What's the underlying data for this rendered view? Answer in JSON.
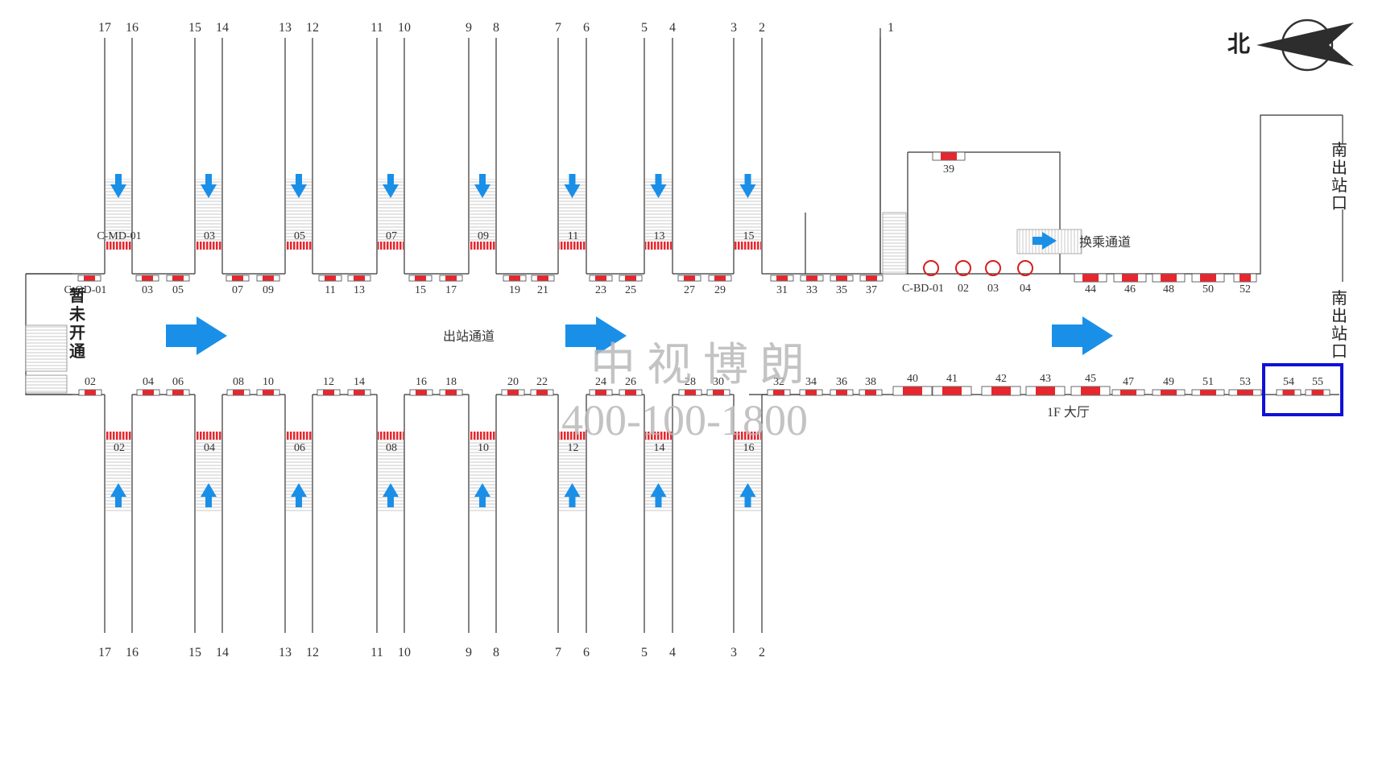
{
  "map_title": "",
  "platforms_top": [
    "17",
    "16",
    "15",
    "14",
    "13",
    "12",
    "11",
    "10",
    "9",
    "8",
    "7",
    "6",
    "5",
    "4",
    "3",
    "2",
    "1"
  ],
  "platforms_bottom": [
    "17",
    "16",
    "15",
    "14",
    "13",
    "12",
    "11",
    "10",
    "9",
    "8",
    "7",
    "6",
    "5",
    "4",
    "3",
    "2"
  ],
  "north_label": "北",
  "left_block_label": "暂未开通",
  "south_exit_label_1": "南出站口",
  "south_exit_label_2": "南出站口",
  "exit_corridor_label": "出站通道",
  "transfer_corridor_label": "换乘通道",
  "hall_label": "1F 大厅",
  "top_stair_codes": [
    "C-MD-01",
    "03",
    "05",
    "07",
    "09",
    "11",
    "13",
    "15"
  ],
  "bottom_stair_codes": [
    "02",
    "04",
    "06",
    "08",
    "10",
    "12",
    "14",
    "16"
  ],
  "top_row_labels": [
    "C-QD-01",
    "03",
    "05",
    "07",
    "09",
    "11",
    "13",
    "15",
    "17",
    "19",
    "21",
    "23",
    "25",
    "27",
    "29",
    "31",
    "33",
    "35",
    "37"
  ],
  "bd_labels": [
    "C-BD-01",
    "02",
    "03",
    "04"
  ],
  "hall_top_labels": [
    "44",
    "46",
    "48",
    "50",
    "52"
  ],
  "room_label": "39",
  "bottom_row_labels": [
    "02",
    "04",
    "06",
    "08",
    "10",
    "12",
    "14",
    "16",
    "18",
    "20",
    "22",
    "24",
    "26",
    "28",
    "30",
    "32",
    "34",
    "36",
    "38",
    "40",
    "41",
    "42",
    "43",
    "45",
    "47",
    "49",
    "51",
    "53",
    "54",
    "55"
  ],
  "highlighted_positions": [
    "54",
    "55"
  ],
  "watermark_name": "中视博朗",
  "watermark_phone": "400-100-1800",
  "colors": {
    "adspot": "#e8262d",
    "arrow": "#1a8fe8",
    "highlight": "#1010d8",
    "column": "#ffffff",
    "circle": "#d81e1e",
    "watermark": "#bdbdbd"
  }
}
